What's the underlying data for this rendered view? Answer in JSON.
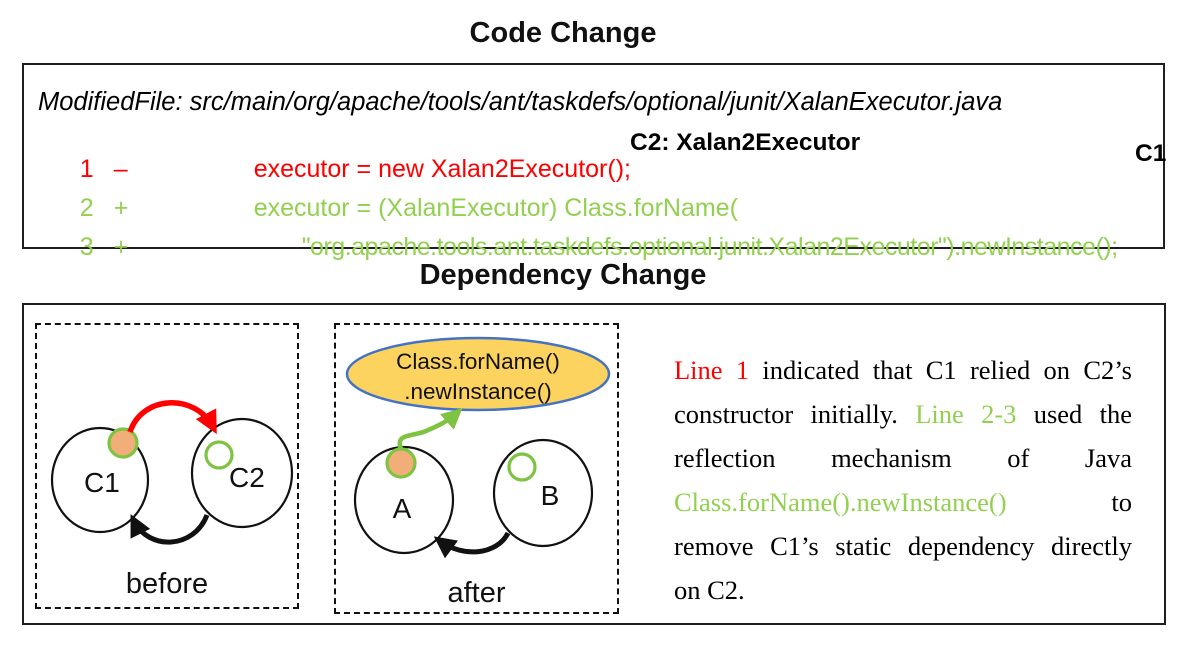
{
  "colors": {
    "diff_removed_red": "#ff0000",
    "diff_added_green": "#92d050",
    "arrow_green": "#7ec342",
    "ellipse_fill_yellow": "#fbd35e",
    "ellipse_border_blue": "#4472c4",
    "dot_orange": "#f2ae78"
  },
  "section1": {
    "title": "Code Change"
  },
  "code_box": {
    "modified_file": "ModifiedFile: src/main/org/apache/tools/ant/taskdefs/optional/junit/XalanExecutor.java",
    "lines": [
      {
        "num": "1",
        "sign": "–",
        "code": "executor = new Xalan2Executor();"
      },
      {
        "num": "2",
        "sign": "+",
        "code": "executor = (XalanExecutor) Class.forName("
      },
      {
        "num": "3",
        "sign": "+",
        "code": "\"org.apache.tools.ant.taskdefs.optional.junit.Xalan2Executor\").newInstance();"
      }
    ],
    "c2_annotation": "C2: Xalan2Executor",
    "c1_annotation": "C1"
  },
  "section2": {
    "title": "Dependency Change"
  },
  "before_diagram": {
    "label": "before",
    "circle1": "C1",
    "circle2": "C2"
  },
  "after_diagram": {
    "label": "after",
    "circle1": "A",
    "circle2": "B",
    "ellipse_line1": "Class.forName()",
    "ellipse_line2": ".newInstance()"
  },
  "paragraph": {
    "lines": [
      {
        "segments": [
          {
            "text": "Line 1",
            "color": "red"
          },
          {
            "text": "indicated that C1 relied on C2’s",
            "color": "black"
          }
        ]
      },
      {
        "segments": [
          {
            "text": "constructor initially.",
            "color": "black"
          },
          {
            "text": "Line 2-3",
            "color": "green"
          },
          {
            "text": "used the",
            "color": "black"
          }
        ]
      },
      {
        "segments": [
          {
            "text": "reflection mechanism of Java",
            "color": "black"
          }
        ]
      },
      {
        "segments": [
          {
            "text": "Class.forName().newInstance()",
            "color": "green"
          },
          {
            "text": "to",
            "color": "black"
          }
        ]
      },
      {
        "segments": [
          {
            "text": "remove C1’s static dependency directly",
            "color": "black"
          }
        ]
      },
      {
        "segments": [
          {
            "text": "on C2.",
            "color": "black"
          }
        ],
        "last": true
      }
    ]
  }
}
